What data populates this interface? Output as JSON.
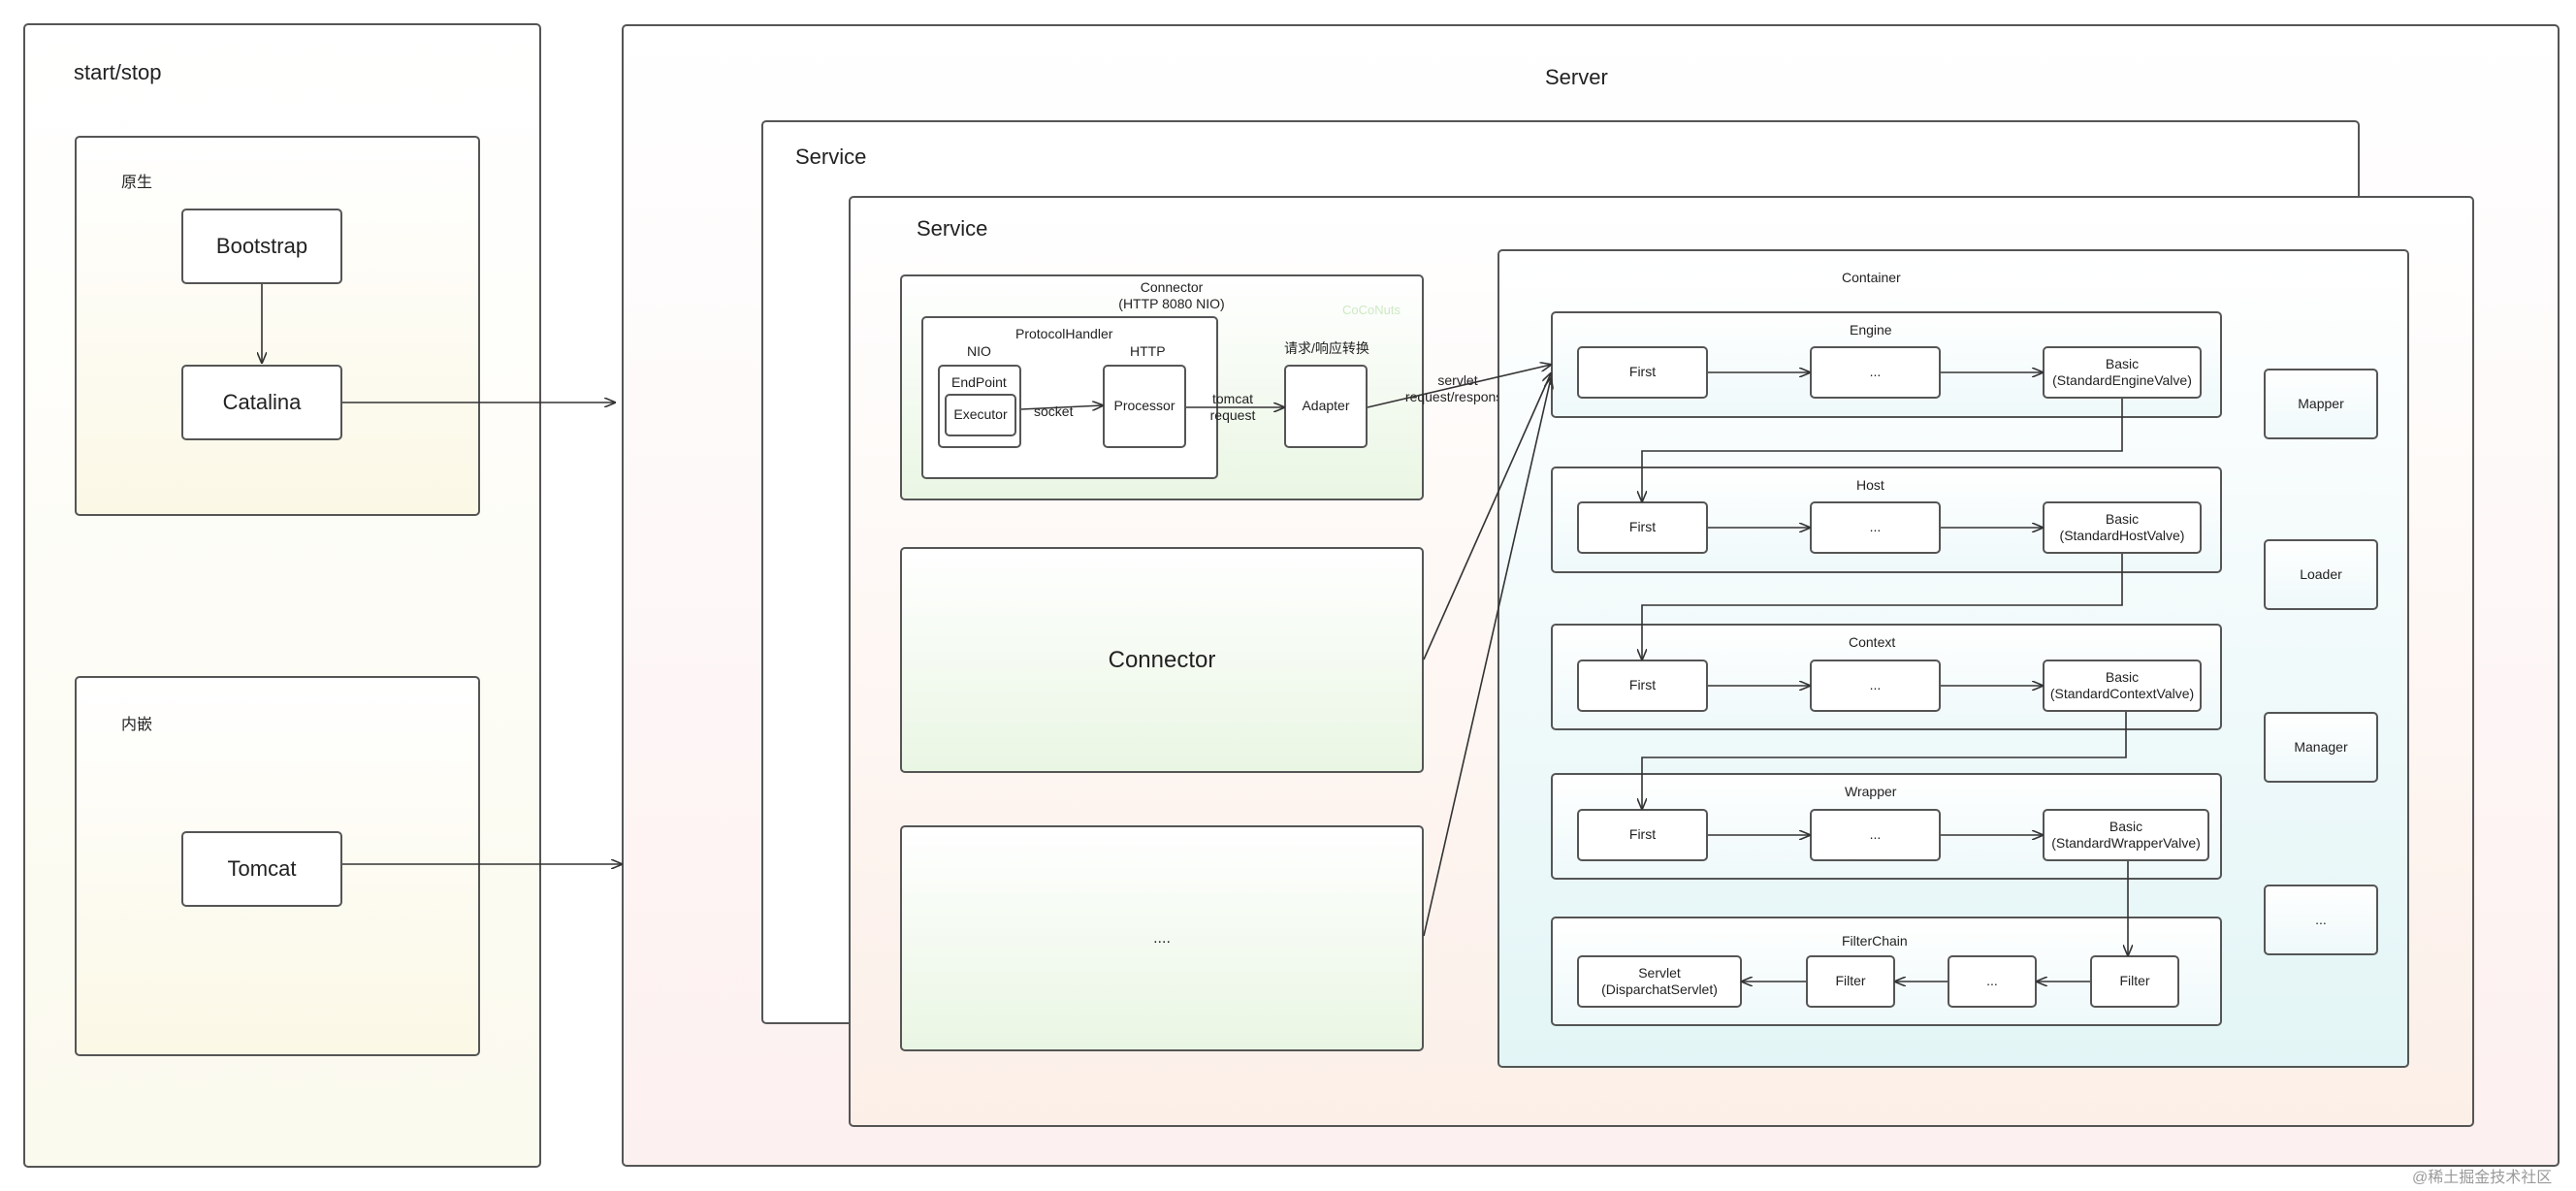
{
  "left": {
    "title": "start/stop",
    "native": {
      "label": "原生",
      "bootstrap": "Bootstrap",
      "catalina": "Catalina"
    },
    "embedded": {
      "label": "内嵌",
      "tomcat": "Tomcat"
    }
  },
  "server": {
    "title": "Server",
    "service_back": "Service",
    "service_front": "Service",
    "connector_top": {
      "title": "Connector\n(HTTP 8080 NIO)",
      "watermark": "CoCoNuts",
      "protocol_handler": "ProtocolHandler",
      "nio": "NIO",
      "http": "HTTP",
      "endpoint": "EndPoint",
      "executor": "Executor",
      "socket": "socket",
      "processor": "Processor",
      "tomcat_request": "tomcat\nrequest",
      "conversion": "请求/响应转换",
      "adapter": "Adapter",
      "servlet_request": "servlet\nrequest/response"
    },
    "connector_mid": "Connector",
    "connector_etc": "....",
    "container": {
      "title": "Container",
      "engine": {
        "title": "Engine",
        "first": "First",
        "etc": "...",
        "basic": "Basic\n(StandardEngineValve)"
      },
      "host": {
        "title": "Host",
        "first": "First",
        "etc": "...",
        "basic": "Basic\n(StandardHostValve)"
      },
      "context": {
        "title": "Context",
        "first": "First",
        "etc": "...",
        "basic": "Basic\n(StandardContextValve)"
      },
      "wrapper": {
        "title": "Wrapper",
        "first": "First",
        "etc": "...",
        "basic": "Basic\n(StandardWrapperValve)"
      },
      "filterchain": {
        "title": "FilterChain",
        "servlet": "Servlet\n(DisparchatServlet)",
        "filter1": "Filter",
        "etc": "...",
        "filter2": "Filter"
      },
      "side": {
        "mapper": "Mapper",
        "loader": "Loader",
        "manager": "Manager",
        "etc": "..."
      }
    }
  },
  "watermark": "@稀土掘金技术社区"
}
